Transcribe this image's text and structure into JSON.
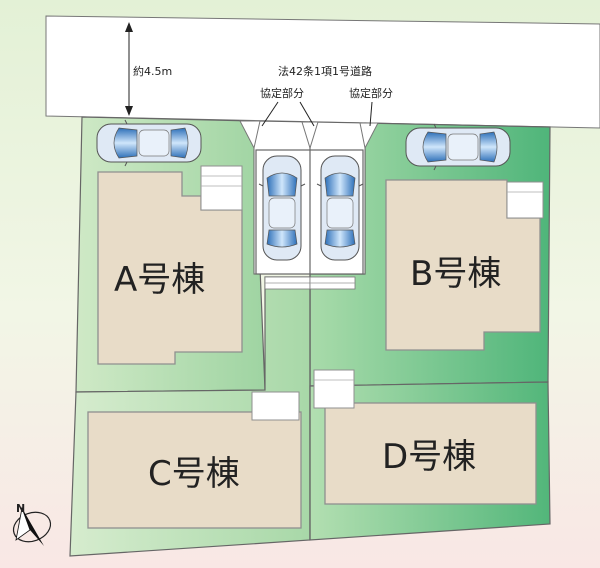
{
  "road": {
    "label": "法42条1項1号道路",
    "width_label": "約4.5m"
  },
  "agreement_labels": [
    "協定部分",
    "協定部分"
  ],
  "houses": [
    {
      "id": "A",
      "label": "A号棟"
    },
    {
      "id": "B",
      "label": "B号棟"
    },
    {
      "id": "C",
      "label": "C号棟"
    },
    {
      "id": "D",
      "label": "D号棟"
    }
  ],
  "compass": {
    "label": "N"
  },
  "colors": {
    "road": "#ffffff",
    "lot_green": "#b6deb2",
    "lot_green_dark": "#5fba7d",
    "house_fill": "#e8dcc8",
    "house_stroke": "#8f8f8f",
    "boundary": "#6b6b6b",
    "car_body": "#dce7f4",
    "car_glass": "#4e93d3"
  }
}
